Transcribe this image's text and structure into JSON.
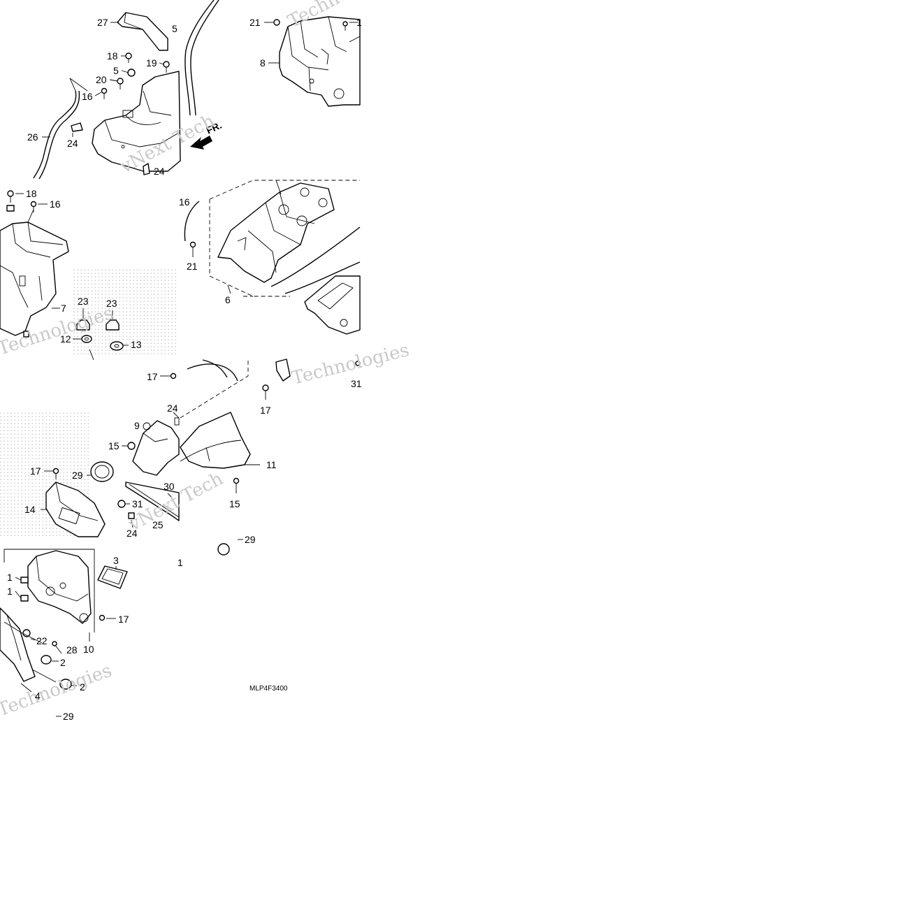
{
  "diagram": {
    "code": "MLP4F3400",
    "direction_label": "FR.",
    "watermarks": [
      "Technologies",
      "vNext Tech",
      "Technologies",
      "Technologies",
      "vNext Tech",
      "Technologies"
    ],
    "callouts": [
      {
        "id": "c27a",
        "text": "27"
      },
      {
        "id": "c5a",
        "text": "5"
      },
      {
        "id": "c18a",
        "text": "18"
      },
      {
        "id": "c5b",
        "text": "5"
      },
      {
        "id": "c19a",
        "text": "19"
      },
      {
        "id": "c20a",
        "text": "20"
      },
      {
        "id": "c16a",
        "text": "16"
      },
      {
        "id": "c26a",
        "text": "26"
      },
      {
        "id": "c24a",
        "text": "24"
      },
      {
        "id": "c24b",
        "text": "24"
      },
      {
        "id": "c21a",
        "text": "21"
      },
      {
        "id": "c1top",
        "text": "1"
      },
      {
        "id": "c8a",
        "text": "8"
      },
      {
        "id": "c18b",
        "text": "18"
      },
      {
        "id": "c16b",
        "text": "16"
      },
      {
        "id": "c7a",
        "text": "7"
      },
      {
        "id": "c23a",
        "text": "23"
      },
      {
        "id": "c23b",
        "text": "23"
      },
      {
        "id": "c12a",
        "text": "12"
      },
      {
        "id": "c13a",
        "text": "13"
      },
      {
        "id": "c16c",
        "text": "16"
      },
      {
        "id": "c21b",
        "text": "21"
      },
      {
        "id": "c6a",
        "text": "6"
      },
      {
        "id": "c17a",
        "text": "17"
      },
      {
        "id": "c9a",
        "text": "9"
      },
      {
        "id": "c15a",
        "text": "15"
      },
      {
        "id": "c29a",
        "text": "29"
      },
      {
        "id": "c17b",
        "text": "17"
      },
      {
        "id": "c30a",
        "text": "30"
      },
      {
        "id": "c31a",
        "text": "31"
      },
      {
        "id": "c14a",
        "text": "14"
      },
      {
        "id": "c24c",
        "text": "24"
      },
      {
        "id": "c24d",
        "text": "24"
      },
      {
        "id": "c25a",
        "text": "25"
      },
      {
        "id": "c11a",
        "text": "11"
      },
      {
        "id": "c15b",
        "text": "15"
      },
      {
        "id": "c17c",
        "text": "17"
      },
      {
        "id": "c31b",
        "text": "31"
      },
      {
        "id": "c29b",
        "text": "29"
      },
      {
        "id": "c1a",
        "text": "1"
      },
      {
        "id": "c3a",
        "text": "3"
      },
      {
        "id": "c1b",
        "text": "1"
      },
      {
        "id": "c1c",
        "text": "1"
      },
      {
        "id": "c17d",
        "text": "17"
      },
      {
        "id": "c22a",
        "text": "22"
      },
      {
        "id": "c28a",
        "text": "28"
      },
      {
        "id": "c10a",
        "text": "10"
      },
      {
        "id": "c2a",
        "text": "2"
      },
      {
        "id": "c2b",
        "text": "2"
      },
      {
        "id": "c4a",
        "text": "4"
      },
      {
        "id": "c29c",
        "text": "29"
      }
    ]
  }
}
